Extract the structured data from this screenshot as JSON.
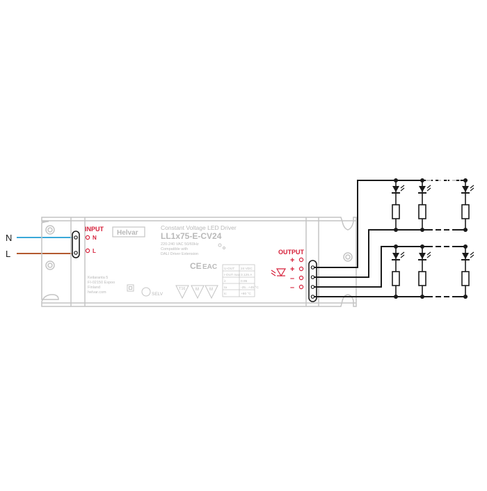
{
  "mains": {
    "n_label": "N",
    "l_label": "L",
    "n_wire_color": "#3aa8d8",
    "l_wire_color": "#b35a2f"
  },
  "driver": {
    "brand": "Helvar",
    "title": "Constant Voltage LED Driver",
    "model": "LL1x75-E-CV24",
    "spec_line1": "220-240 VAC 50/60Hz",
    "spec_line2": "Compatible with",
    "spec_line3": "DALI Driver Extension",
    "address_line1": "Keilaranta 5",
    "address_line2": "FI-02150 Espoo",
    "address_line3": "Finland",
    "address_line4": "helvar.com",
    "ce_mark": "CE",
    "eac_mark": "EAC",
    "selv_mark": "SELV",
    "mark_ta": "T16",
    "mark_m1": "M",
    "mark_m2": "M",
    "table": [
      [
        "U-OUT",
        "24 VDC"
      ],
      [
        "I-OUT max",
        "3.125 A"
      ],
      [
        "λ",
        "0.95"
      ],
      [
        "ta",
        "-25...+45 °C"
      ],
      [
        "tc",
        "+80 °C"
      ]
    ],
    "body_color": "#c4c4c4"
  },
  "input": {
    "label": "INPUT",
    "terminals": [
      "N",
      "L"
    ]
  },
  "output": {
    "label": "OUTPUT",
    "terminals": [
      "+",
      "+",
      "–",
      "–"
    ]
  },
  "accent_color": "#d6203a"
}
